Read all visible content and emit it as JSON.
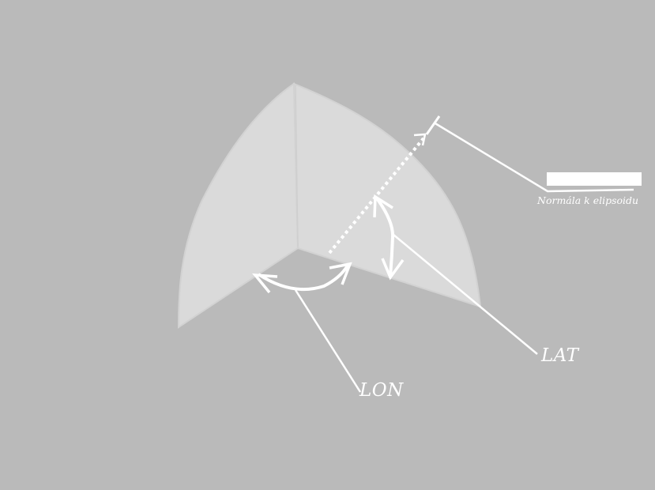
{
  "labels": {
    "lon": "LON",
    "lat": "LAT",
    "normal": "Normála k elipsoidu"
  },
  "colors": {
    "background": "#bababa",
    "surface": "#dadada",
    "surface_edge": "#d2d2d2",
    "annotation": "#ffffff"
  }
}
